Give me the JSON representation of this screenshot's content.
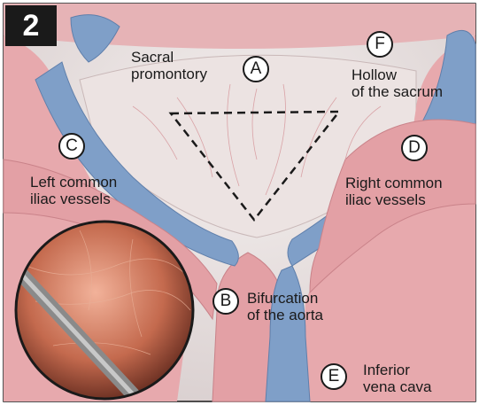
{
  "panel_number": "2",
  "markers": {
    "A": "A",
    "B": "B",
    "C": "C",
    "D": "D",
    "E": "E",
    "F": "F"
  },
  "labels": {
    "sacral_promontory": "Sacral\npromontory",
    "hollow_sacrum": "Hollow\nof the sacrum",
    "left_common_iliac": "Left common\niliac vessels",
    "right_common_iliac": "Right common\niliac vessels",
    "bifurcation_aorta": "Bifurcation\nof the aorta",
    "inferior_vena_cava": "Inferior\nvena cava"
  },
  "colors": {
    "artery": "#e8a4a8",
    "vein": "#7f9fc8",
    "peritoneum": "#efe9e8",
    "outline": "#1a1a1a"
  }
}
